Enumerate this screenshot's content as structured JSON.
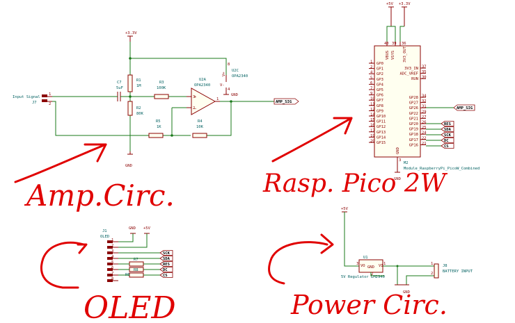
{
  "amp": {
    "supply_3v3": "+3.3V",
    "gnd": "GND",
    "input_label": "Input Signal",
    "j7": "J7",
    "j7_pins": [
      "1",
      "2"
    ],
    "c7_ref": "C7",
    "c7_val": "5uF",
    "r1_ref": "R1",
    "r1_val": "1M",
    "r2_ref": "R2",
    "r2_val": "80K",
    "r3_ref": "R3",
    "r3_val": "100K",
    "r5_ref": "R5",
    "r5_val": "1K",
    "r4_ref": "R4",
    "r4_val": "10K",
    "u2a_ref": "U2A",
    "u2a_val": "OPA2340",
    "u2c_ref": "U2C",
    "u2c_val": "OPA2340",
    "u2c_vplus": "V+",
    "u2c_vminus": "V-",
    "u2c_pins": [
      "8",
      "4"
    ],
    "opamp_pins": [
      "3",
      "2",
      "1"
    ],
    "out_net": "AMP_SIG"
  },
  "pico": {
    "supply_5v": "+5V",
    "supply_3v3": "+3.3V",
    "top_pins": [
      "VBUS",
      "VSYS",
      "3V3_OUT"
    ],
    "top_pin_nums": [
      "40",
      "39",
      "36"
    ],
    "left_pins": [
      "GP0",
      "GP1",
      "GP2",
      "GP3",
      "GP4",
      "GP5",
      "GP6",
      "GP7",
      "GP8",
      "GP9",
      "GP10",
      "GP11",
      "GP12",
      "GP13",
      "GP14",
      "GP15"
    ],
    "left_pin_nums": [
      "1",
      "2",
      "4",
      "5",
      "6",
      "7",
      "9",
      "10",
      "11",
      "12",
      "14",
      "15",
      "16",
      "17",
      "19",
      "20"
    ],
    "right_top": [
      "3V3_IN",
      "ADC_VREF",
      "RUN"
    ],
    "right_top_nums": [
      "37",
      "35",
      "30"
    ],
    "right_pins": [
      "GP28",
      "GP27",
      "GP26",
      "GP22",
      "GP21",
      "GP20",
      "GP19",
      "GP18",
      "GP17",
      "GP16"
    ],
    "right_pin_nums": [
      "34",
      "32",
      "31",
      "29",
      "27",
      "26",
      "25",
      "24",
      "22",
      "21"
    ],
    "gnd_pin": "GND",
    "gnd_num": "3",
    "gnd": "GND",
    "ref": "M2",
    "value": "Module_RaspberryPi_PicoW_Combined",
    "net_labels": [
      "AMP_SIG",
      "RES",
      "SDA",
      "SCK",
      "DC",
      "CS"
    ]
  },
  "oled": {
    "ref": "J1",
    "value": "OLED",
    "pins": [
      "1",
      "2",
      "3",
      "4",
      "5",
      "6",
      "7",
      "8"
    ],
    "gnd": "GND",
    "supply_5v": "+5V",
    "r7": "R7",
    "r8": "R8",
    "r6": "R6",
    "net_labels": [
      "SCK",
      "SDA",
      "RES",
      "DC",
      "CS"
    ]
  },
  "power": {
    "supply_5v": "+5V",
    "u1": "U1",
    "vo": "VO",
    "gnd_pin": "GND",
    "vi": "VI",
    "pin_nums": [
      "3",
      "2",
      "1"
    ],
    "value": "5V Regulator LM2940",
    "j8": "J8",
    "j8_value": "BATTERY INPUT",
    "j8_pins": [
      "1",
      "2"
    ],
    "gnd": "GND"
  },
  "annotations": {
    "amp": "Amp.Circ.",
    "pico": "Rasp. Pico 2W",
    "oled": "OLED",
    "power": "Power Circ."
  },
  "colors": {
    "wire": "#1a7a1a",
    "symbol": "#8b0000",
    "annotation": "#e00000"
  }
}
